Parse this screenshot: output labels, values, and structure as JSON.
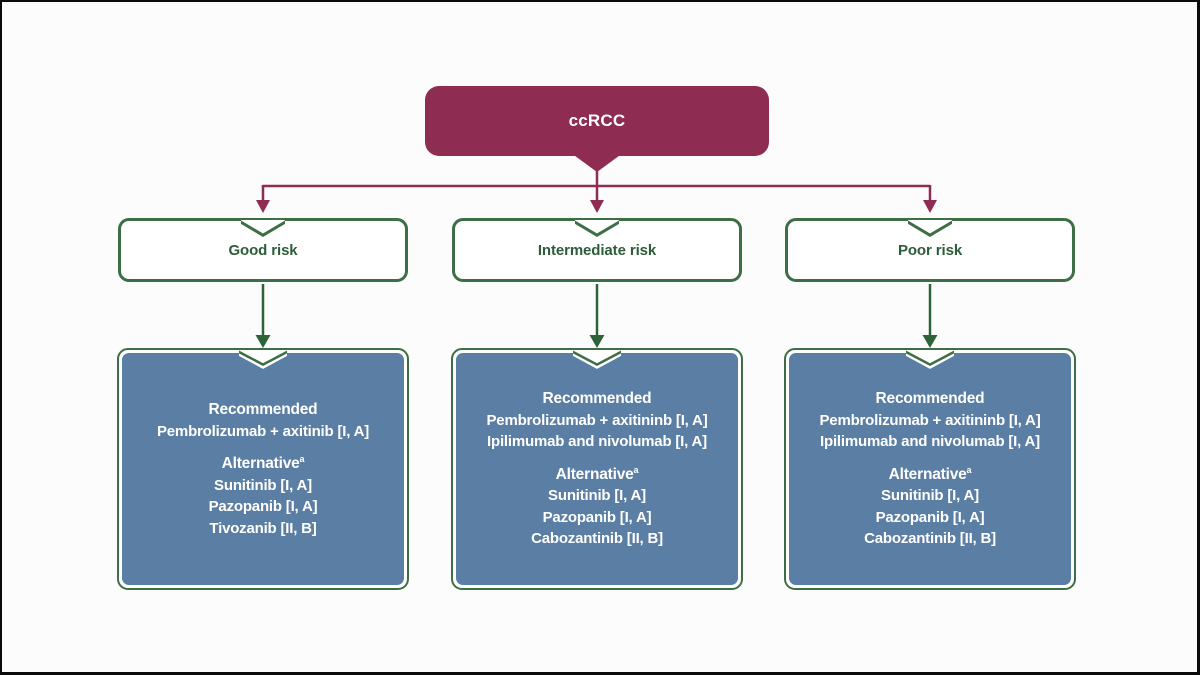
{
  "root": {
    "label": "ccRCC"
  },
  "colors": {
    "maroon": "#8E2C52",
    "green_border": "#3E6E46",
    "green_text": "#2E5C3B",
    "green_arrow": "#2E6339",
    "blue_fill": "#5B7EA4",
    "background": "#FCFCFC"
  },
  "columns": [
    {
      "risk_label": "Good risk",
      "treatment": {
        "recommended_label": "Recommended",
        "recommended": [
          "Pembrolizumab + axitinib [I, A]"
        ],
        "alternative_label": "Alternative",
        "alternative_sup": "a",
        "alternative": [
          "Sunitinib [I, A]",
          "Pazopanib [I, A]",
          "Tivozanib [II, B]"
        ]
      }
    },
    {
      "risk_label": "Intermediate risk",
      "treatment": {
        "recommended_label": "Recommended",
        "recommended": [
          "Pembrolizumab + axitininb [I, A]",
          "Ipilimumab and nivolumab [I, A]"
        ],
        "alternative_label": "Alternative",
        "alternative_sup": "a",
        "alternative": [
          "Sunitinib [I, A]",
          "Pazopanib [I, A]",
          "Cabozantinib [II, B]"
        ]
      }
    },
    {
      "risk_label": "Poor risk",
      "treatment": {
        "recommended_label": "Recommended",
        "recommended": [
          "Pembrolizumab + axitininb [I, A]",
          "Ipilimumab and nivolumab [I, A]"
        ],
        "alternative_label": "Alternative",
        "alternative_sup": "a",
        "alternative": [
          "Sunitinib [I, A]",
          "Pazopanib [I, A]",
          "Cabozantinib [II, B]"
        ]
      }
    }
  ]
}
